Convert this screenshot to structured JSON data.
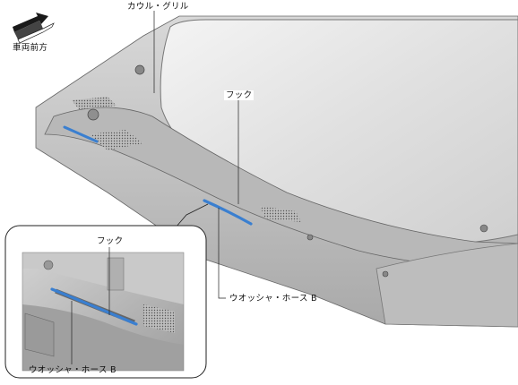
{
  "direction": {
    "label": "車両前方",
    "icon": "front-direction-arrow-icon"
  },
  "labels": {
    "cowl_grille": "カウル・グリル",
    "hook_main": "フック",
    "washer_hose_main": "ウオッシャ・ホース B",
    "hook_inset": "フック",
    "washer_hose_inset": "ウオッシャ・ホース B"
  },
  "colors": {
    "hose": "#3a7fd0",
    "line": "#222222",
    "metal": "#c9c9c9",
    "glass": "#e6e6e6"
  }
}
